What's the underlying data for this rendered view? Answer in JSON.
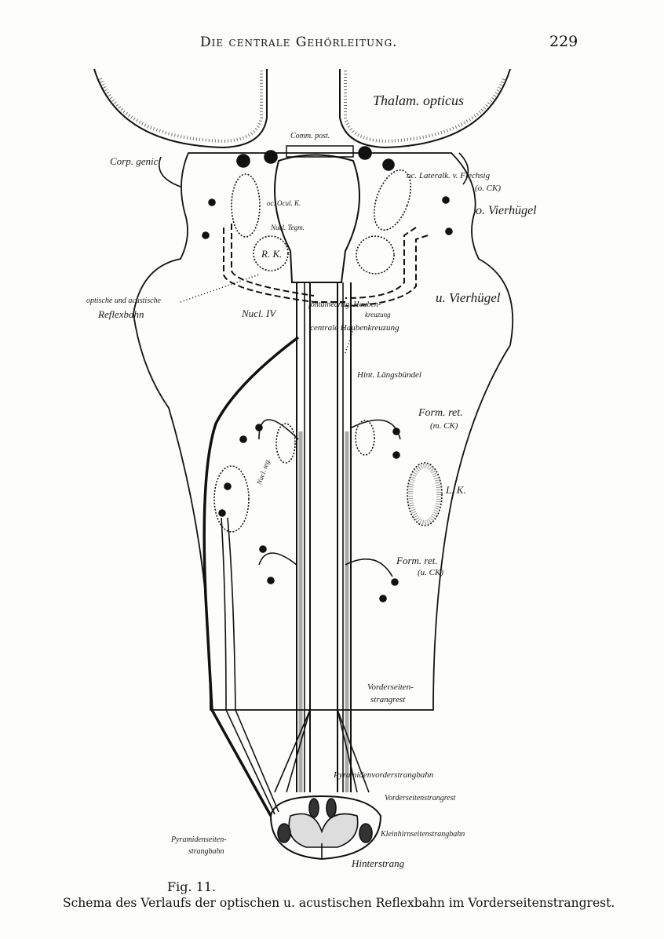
{
  "header": {
    "running_title": "Die centrale Gehörleitung.",
    "page_number": "229"
  },
  "figure": {
    "labels": {
      "thalamus": "Thalam. opticus",
      "comm_post": "Comm. post.",
      "corp_genic": "Corp. genic.",
      "lateral_nucleus": "oc. Lateralk. v. Flechsig",
      "lateral_nucleus_sub": "(o. CK)",
      "upper_colliculus": "o. Vierhügel",
      "ocul_nucleus": "oc. Ocul. K.",
      "nucl_tegm": "Nucl. Tegm.",
      "red_nucleus": "R. K.",
      "reflex_path_1": "optische und acustische",
      "reflex_path_2": "Reflexbahn",
      "nucl_iv": "Nucl. IV",
      "fountain_decussation_1": "fontaineartig. Hauben-",
      "fountain_decussation_2": "kreuzung",
      "lower_colliculus": "u. Vierhügel",
      "central_decussation": "centrale Haubenkreuzung",
      "post_long_bundle": "Hint. Längsbündel",
      "form_ret_upper": "Form. ret.",
      "form_ret_upper_sub": "(m. CK)",
      "nucl_teg_lower": "Nucl. teg.",
      "lk": "L. K.",
      "form_ret_lower": "Form. ret.",
      "form_ret_lower_sub": "(u. CK)",
      "anterolateral_rest_1": "Vorderseiten-",
      "anterolateral_rest_2": "strangrest",
      "pyramidal_anterior": "Pyramidenvorderstrangbahn",
      "anterolateral_rest_cord": "Vorderseitenstrangrest",
      "pyramidal_lateral_1": "Pyramidenseiten-",
      "pyramidal_lateral_2": "strangbahn",
      "cerebellar_lateral": "Kleinhirnseitenstrangbahn",
      "posterior_column": "Hinterstrang"
    },
    "fig_number": "Fig. 11.",
    "caption": "Schema des Verlaufs der optischen u. acustischen Reflexbahn im Vorderseitenstrangrest."
  }
}
